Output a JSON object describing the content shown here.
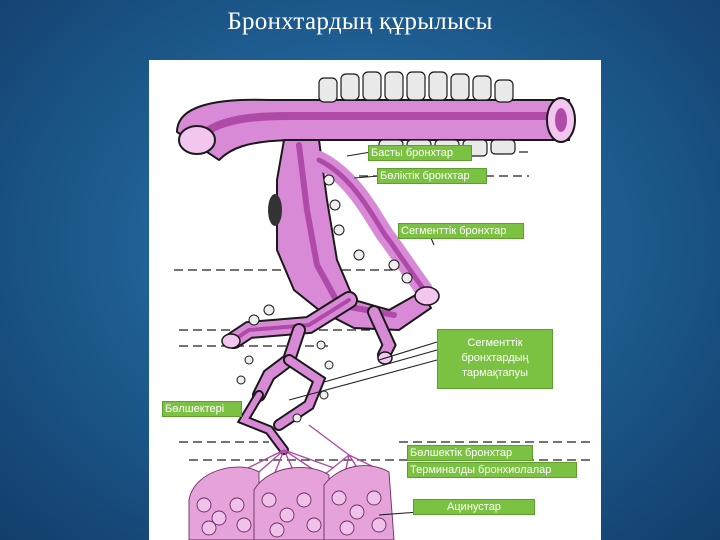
{
  "slide": {
    "title": "Бронхтардың құрылысы"
  },
  "figure": {
    "labels": {
      "main_bronchi": "Басты бронхтар",
      "lobar_bronchi": "Бөліктік бронхтар",
      "segmental_bronchi": "Сегменттік бронхтар",
      "segmental_branching": "Сегменттік бронхтардың тармақтапуы",
      "lobules": "Бөлшектері",
      "lobular_bronchi": "Бөлшектік бронхтар",
      "terminal_bronchioles": "Терминалды  бронхиолалар",
      "acini": "Ацинустар"
    },
    "colors": {
      "bronchus_fill": "#d98ad6",
      "bronchus_lumen": "#b04aa8",
      "outline": "#1a1a1a",
      "cartilage": "#e9e9e9",
      "label_bg": "#7cc242",
      "acinus": "#e5a3d9"
    }
  }
}
